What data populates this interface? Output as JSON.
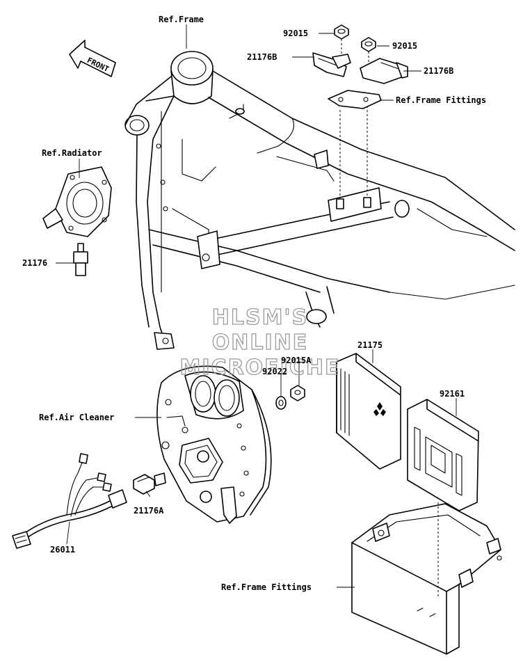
{
  "callouts": {
    "ref_frame": "Ref.Frame",
    "front": "FRONT",
    "p92015_left": "92015",
    "p92015_right": "92015",
    "p21176b_left": "21176B",
    "p21176b_right": "21176B",
    "ref_frame_fittings_top": "Ref.Frame Fittings",
    "ref_radiator": "Ref.Radiator",
    "p21176": "21176",
    "p21175": "21175",
    "p92015a": "92015A",
    "p92022": "92022",
    "p92161": "92161",
    "ref_air_cleaner": "Ref.Air Cleaner",
    "p21176a": "21176A",
    "p26011": "26011",
    "ref_frame_fittings_bottom": "Ref.Frame Fittings"
  },
  "watermark": {
    "line1": "HLSM'S",
    "line2": "ONLINE",
    "line3": "MICROFICHE"
  },
  "icons": [
    "front-arrow-icon",
    "mitsubishi-logo-icon"
  ]
}
